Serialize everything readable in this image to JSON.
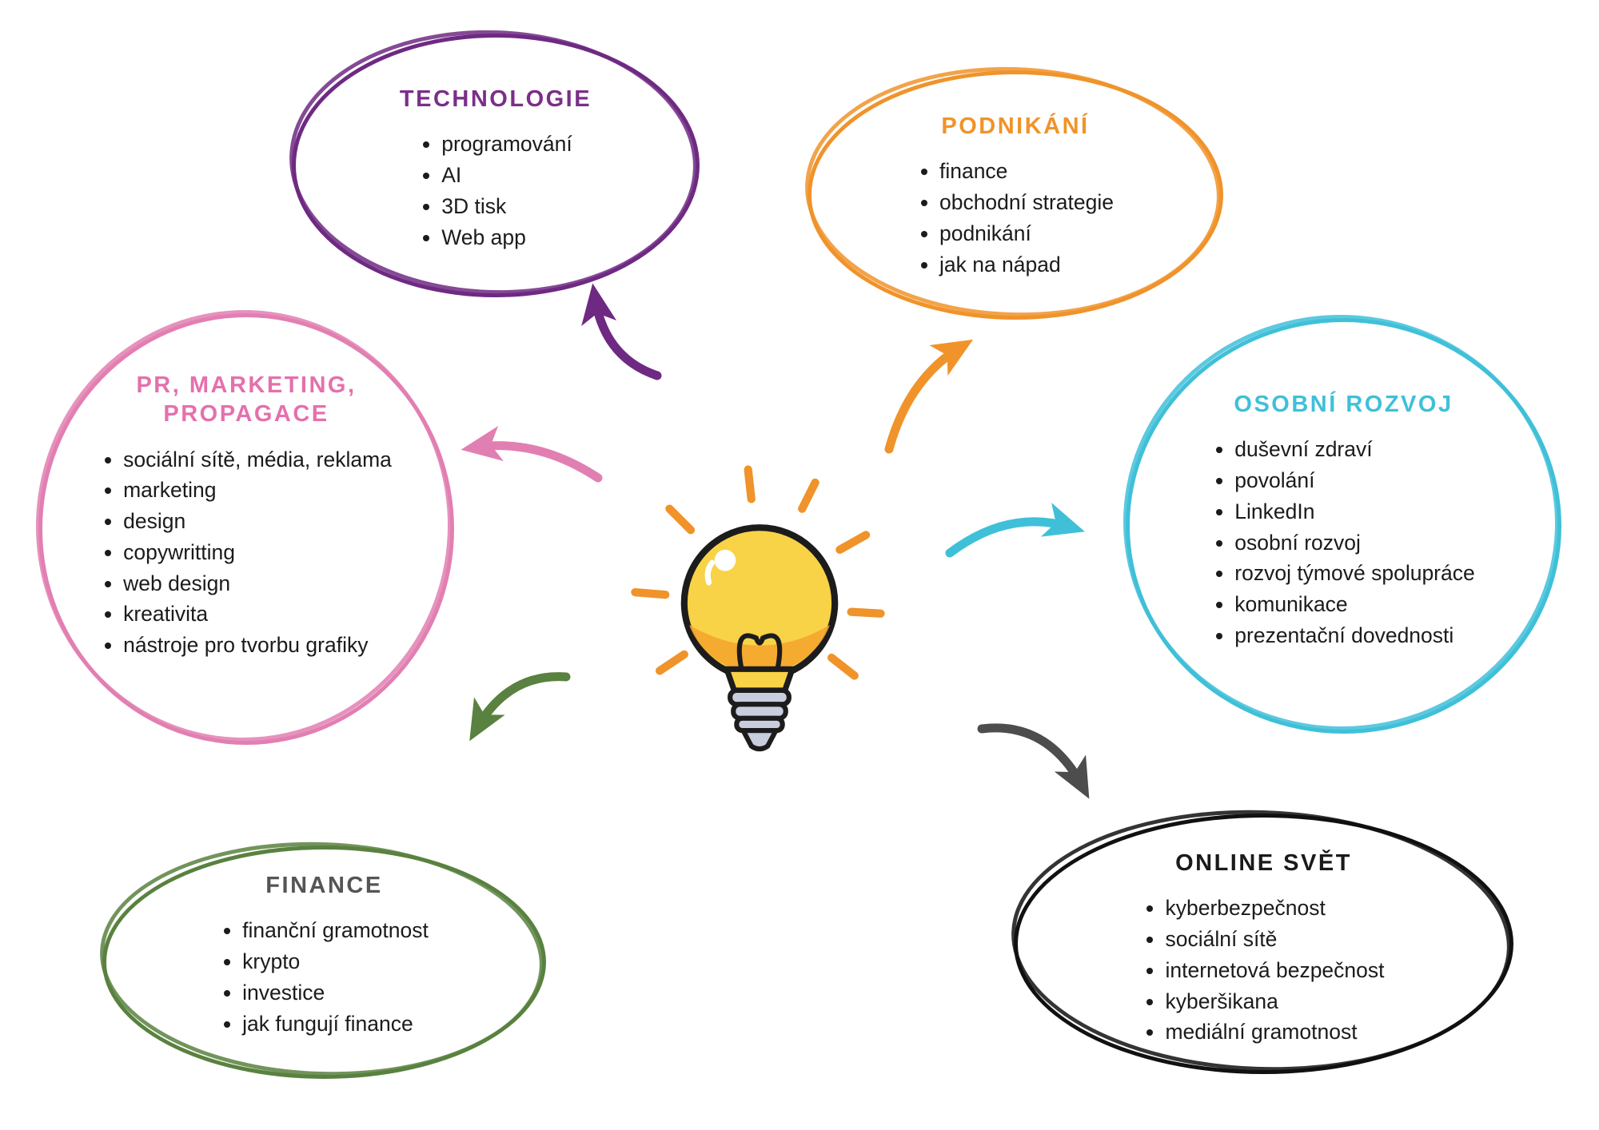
{
  "page": {
    "background": "#ffffff",
    "center_icon": "lightbulb"
  },
  "bubbles": [
    {
      "id": "technologie",
      "title": "TECHNOLOGIE",
      "border_color": "#6e2a82",
      "title_color": "#7b2e8a",
      "items": [
        "programování",
        "AI",
        "3D tisk",
        "Web app"
      ]
    },
    {
      "id": "podnikani",
      "title": "PODNIKÁNÍ",
      "border_color": "#f0932a",
      "title_color": "#f0932a",
      "items": [
        "finance",
        "obchodní strategie",
        "podnikání",
        "jak na nápad"
      ]
    },
    {
      "id": "pr-marketing-propagace",
      "title": "PR, MARKETING, PROPAGACE",
      "border_color": "#e27fb2",
      "title_color": "#e570ad",
      "items": [
        "sociální sítě, média, reklama",
        "marketing",
        "design",
        "copywritting",
        "web design",
        "kreativita",
        "nástroje pro tvorbu grafiky"
      ]
    },
    {
      "id": "osobni-rozvoj",
      "title": "OSOBNÍ ROZVOJ",
      "border_color": "#3fc0d8",
      "title_color": "#3fc0d8",
      "items": [
        "duševní zdraví",
        "povolání",
        "LinkedIn",
        "osobní rozvoj",
        "rozvoj týmové spolupráce",
        "komunikace",
        "prezentační dovednosti"
      ]
    },
    {
      "id": "finance",
      "title": "FINANCE",
      "border_color": "#59813f",
      "title_color": "#555555",
      "items": [
        "finanční gramotnost",
        "krypto",
        "investice",
        "jak fungují finance"
      ]
    },
    {
      "id": "online-svet",
      "title": "ONLINE SVĚT",
      "border_color": "#111111",
      "title_color": "#1a1a1a",
      "items": [
        "kyberbezpečnost",
        "sociální sítě",
        "internetová bezpečnost",
        "kyberšikana",
        "mediální gramotnost"
      ]
    }
  ],
  "arrows": [
    {
      "id": "arrow-to-technologie",
      "color": "#6e2a82"
    },
    {
      "id": "arrow-to-podnikani",
      "color": "#f0932a"
    },
    {
      "id": "arrow-to-pr-marketing",
      "color": "#e27fb2"
    },
    {
      "id": "arrow-to-osobni-rozvoj",
      "color": "#3fc0d8"
    },
    {
      "id": "arrow-to-finance",
      "color": "#59813f"
    },
    {
      "id": "arrow-to-online-svet",
      "color": "#4d4d4d"
    }
  ],
  "bulb": {
    "glass_color": "#f8d347",
    "shade_color": "#f4a52e",
    "base_color": "#c9cede",
    "outline_color": "#1c1c1c",
    "ray_color": "#f0932a"
  }
}
